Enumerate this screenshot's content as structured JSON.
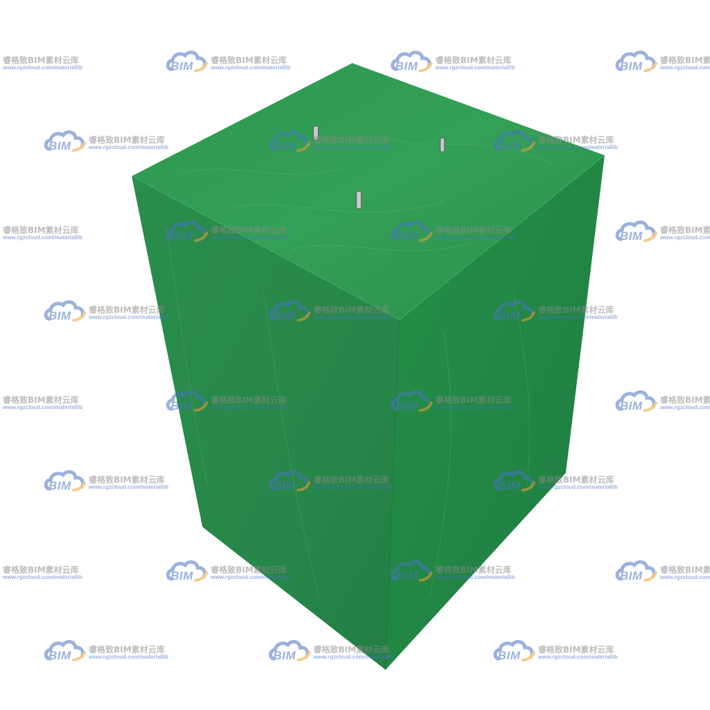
{
  "watermark": {
    "logo_text": "BIM",
    "title": "睿格致BIM素材云库",
    "url": "www.rgzcloud.com/materiallib",
    "logo_colors": {
      "cloud": "#4a74c4",
      "swoosh": "#f0a030"
    }
  },
  "block": {
    "color_top": "#2f9a52",
    "color_left": "#27874a",
    "color_right": "#228046",
    "pins": 3
  }
}
